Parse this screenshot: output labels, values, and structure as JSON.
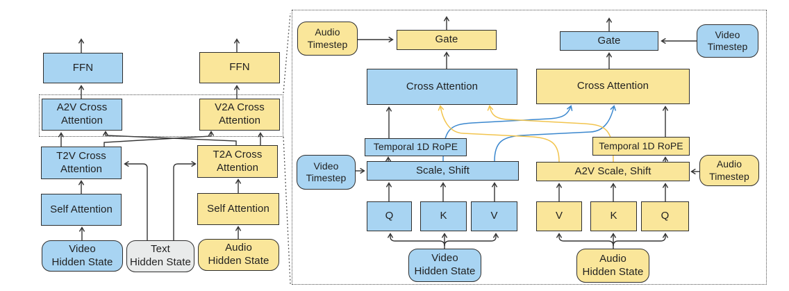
{
  "diagram": {
    "colors": {
      "video_fill": "#a8d4f2",
      "audio_fill": "#fae69a",
      "text_fill": "#e9ebeb",
      "border": "#2d2d2d",
      "wire": "#333333",
      "video_line": "#3a87ce",
      "audio_line": "#f2c44d"
    },
    "left_panel": {
      "ffn_video_label": "FFN",
      "ffn_audio_label": "FFN",
      "a2v_cross_attention_label": "A2V Cross\nAttention",
      "v2a_cross_attention_label": "V2A Cross\nAttention",
      "t2v_cross_attention_label": "T2V Cross\nAttention",
      "t2a_cross_attention_label": "T2A Cross\nAttention",
      "self_attention_video_label": "Self Attention",
      "self_attention_audio_label": "Self Attention",
      "video_hidden_state_label": "Video\nHidden State",
      "text_hidden_state_label": "Text\nHidden State",
      "audio_hidden_state_label": "Audio\nHidden State"
    },
    "right_panel": {
      "audio_timestep_top_label": "Audio\nTimestep",
      "video_timestep_top_label": "Video\nTimestep",
      "gate_video_label": "Gate",
      "gate_audio_label": "Gate",
      "cross_attention_video_label": "Cross Attention",
      "cross_attention_audio_label": "Cross Attention",
      "rope_video_label": "Temporal 1D RoPE",
      "rope_audio_label": "Temporal 1D RoPE",
      "video_timestep_mid_label": "Video\nTimestep",
      "audio_timestep_mid_label": "Audio\nTimestep",
      "scale_shift_video_label": "Scale, Shift",
      "scale_shift_audio_label": "A2V Scale, Shift",
      "qkv_video": [
        "Q",
        "K",
        "V"
      ],
      "qkv_audio": [
        "V",
        "K",
        "Q"
      ],
      "video_hidden_state_label": "Video\nHidden State",
      "audio_hidden_state_label": "Audio\nHidden State"
    }
  }
}
